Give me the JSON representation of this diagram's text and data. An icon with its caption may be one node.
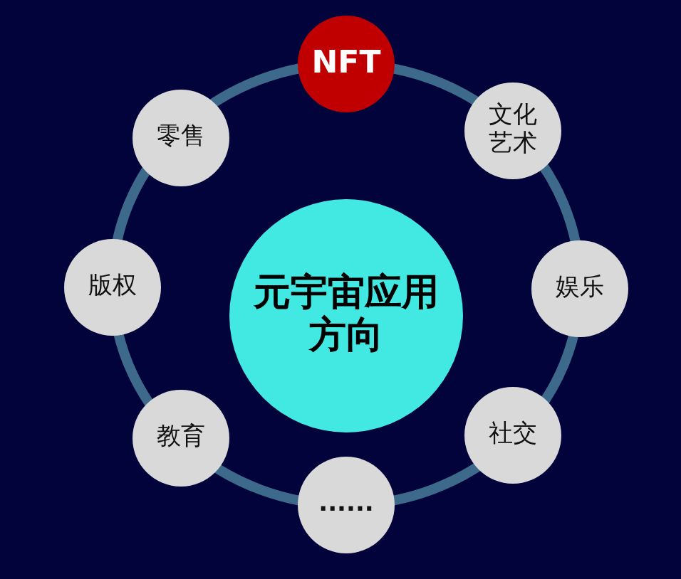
{
  "diagram": {
    "nodes": [
      {
        "text": [
          "元宇宙应用方向"
        ]
      },
      {
        "text": [
          "NFT"
        ]
      },
      {
        "text": [
          "文化艺术"
        ]
      },
      {
        "text": [
          "娱乐"
        ]
      },
      {
        "text": [
          "社交"
        ]
      },
      {
        "text": [
          "......"
        ]
      },
      {
        "text": [
          "教育"
        ]
      },
      {
        "text": [
          "版权"
        ]
      },
      {
        "text": [
          "零售"
        ]
      }
    ]
  }
}
